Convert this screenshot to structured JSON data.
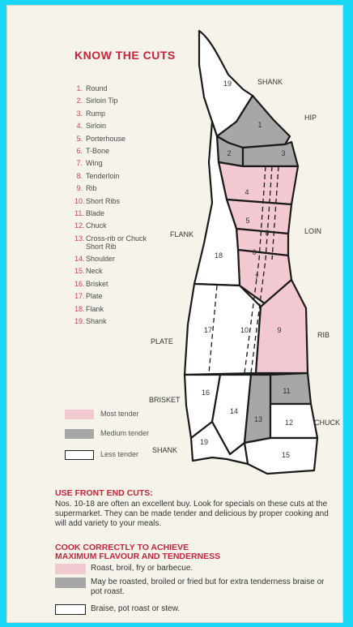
{
  "header": {
    "title": "KNOW THE CUTS"
  },
  "cuts": [
    {
      "num": "1.",
      "label": "Round"
    },
    {
      "num": "2.",
      "label": "Sirloin Tip"
    },
    {
      "num": "3.",
      "label": "Rump"
    },
    {
      "num": "4.",
      "label": "Sirloin"
    },
    {
      "num": "5.",
      "label": "Porterhouse"
    },
    {
      "num": "6.",
      "label": "T-Bone"
    },
    {
      "num": "7.",
      "label": "Wing"
    },
    {
      "num": "8.",
      "label": "Tenderloin"
    },
    {
      "num": "9.",
      "label": "Rib"
    },
    {
      "num": "10.",
      "label": "Short Ribs"
    },
    {
      "num": "11.",
      "label": "Blade"
    },
    {
      "num": "12.",
      "label": "Chuck"
    },
    {
      "num": "13.",
      "label": "Cross-rib or Chuck Short Rib"
    },
    {
      "num": "14.",
      "label": "Shoulder"
    },
    {
      "num": "15.",
      "label": "Neck"
    },
    {
      "num": "16.",
      "label": "Brisket"
    },
    {
      "num": "17.",
      "label": "Plate"
    },
    {
      "num": "18.",
      "label": "Flank"
    },
    {
      "num": "19.",
      "label": "Shank"
    }
  ],
  "diagram": {
    "region_labels": {
      "shank_top": "SHANK",
      "hip": "HIP",
      "flank": "FLANK",
      "loin": "LOIN",
      "plate": "PLATE",
      "rib": "RIB",
      "brisket": "BRISKET",
      "chuck": "CHUCK",
      "shank_bottom": "SHANK"
    },
    "numbers": {
      "n19a": "19",
      "n1": "1",
      "n2": "2",
      "n3": "3",
      "n4": "4",
      "n5": "5",
      "n8": "8",
      "n6": "6",
      "n7": "7",
      "n18": "18",
      "n17": "17",
      "n10": "10",
      "n9": "9",
      "n16": "16",
      "n11": "11",
      "n14": "14",
      "n13": "13",
      "n12": "12",
      "n19b": "19",
      "n15": "15"
    }
  },
  "legend": {
    "most": "Most tender",
    "medium": "Medium tender",
    "less": "Less tender"
  },
  "front_end": {
    "heading": "USE FRONT END CUTS:",
    "text": "Nos. 10-18 are often an excellent buy. Look for specials on these cuts at the supermarket. They can be made tender and delicious by proper cooking and will add variety to your meals."
  },
  "cook": {
    "heading1": "COOK CORRECTLY TO ACHIEVE",
    "heading2": "MAXIMUM FLAVOUR AND TENDERNESS",
    "methods": [
      {
        "text": "Roast, broil, fry or barbecue."
      },
      {
        "text": "May be roasted, broiled or fried but for extra tenderness braise or pot roast."
      },
      {
        "text": "Braise, pot roast or stew."
      }
    ]
  },
  "colors": {
    "most": "#f3c9d1",
    "medium": "#a7a7a7",
    "less": "#ffffff",
    "accent": "#c8243a",
    "frame": "#19d7f4"
  }
}
